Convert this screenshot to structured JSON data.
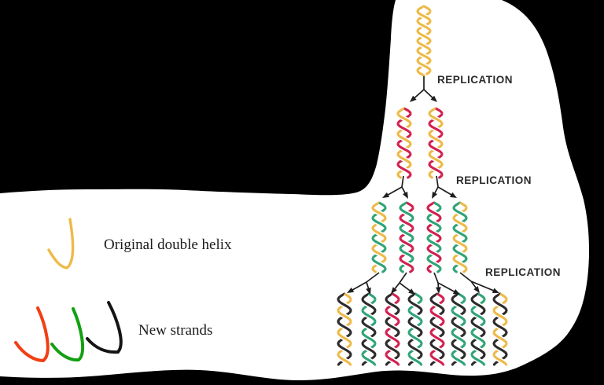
{
  "figure": {
    "type": "diagram",
    "subject": "Semiconservative DNA replication over three rounds",
    "stage_labels": [
      "REPLICATION",
      "REPLICATION",
      "REPLICATION"
    ],
    "legend": {
      "original": {
        "label": "Original double helix",
        "color": "#EDBA48"
      },
      "new_strands": {
        "label": "New strands",
        "colors": [
          "#F23E14",
          "#12A012",
          "#151515"
        ]
      }
    },
    "colors": {
      "original": "#EDBA48",
      "gen2_new": "#D22050",
      "gen3_new": "#2FA477",
      "gen4_new": "#2E2B2C",
      "arrow": "#1E1E1E",
      "label_text": "#2B2B2B",
      "paper": "#FFFFFF",
      "background": "#000000"
    },
    "generations": [
      {
        "name": "original-molecule",
        "helices": [
          {
            "strands": [
              "original",
              "original"
            ]
          }
        ]
      },
      {
        "name": "first-generation",
        "helices": [
          {
            "strands": [
              "gen2_new",
              "original"
            ]
          },
          {
            "strands": [
              "gen2_new",
              "original"
            ]
          }
        ]
      },
      {
        "name": "second-generation",
        "helices": [
          {
            "strands": [
              "gen3_new",
              "original"
            ]
          },
          {
            "strands": [
              "gen2_new",
              "gen3_new"
            ]
          },
          {
            "strands": [
              "gen3_new",
              "gen2_new"
            ]
          },
          {
            "strands": [
              "original",
              "gen3_new"
            ]
          }
        ]
      },
      {
        "name": "third-generation",
        "helices": [
          {
            "strands": [
              "original",
              "gen4_new"
            ]
          },
          {
            "strands": [
              "gen3_new",
              "gen4_new"
            ]
          },
          {
            "strands": [
              "gen2_new",
              "gen4_new"
            ]
          },
          {
            "strands": [
              "gen3_new",
              "gen4_new"
            ]
          },
          {
            "strands": [
              "gen2_new",
              "gen4_new"
            ]
          },
          {
            "strands": [
              "gen3_new",
              "gen4_new"
            ]
          },
          {
            "strands": [
              "gen3_new",
              "gen4_new"
            ]
          },
          {
            "strands": [
              "original",
              "gen4_new"
            ]
          }
        ]
      }
    ]
  }
}
